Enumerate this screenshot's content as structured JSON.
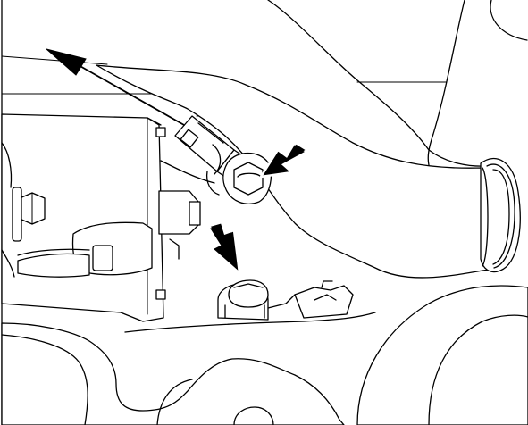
{
  "figure": {
    "colors": {
      "line": "#000000",
      "background": "#ffffff",
      "arrow_fill": "#000000",
      "arrow_outline": "#ffffff"
    },
    "arrows": [
      {
        "name": "disconnect-direction-arrow",
        "style": "thin-line-pointer"
      },
      {
        "name": "connector-lock-arrow",
        "style": "bold-filled"
      },
      {
        "name": "sensor-location-arrow",
        "style": "bold-filled"
      }
    ]
  }
}
